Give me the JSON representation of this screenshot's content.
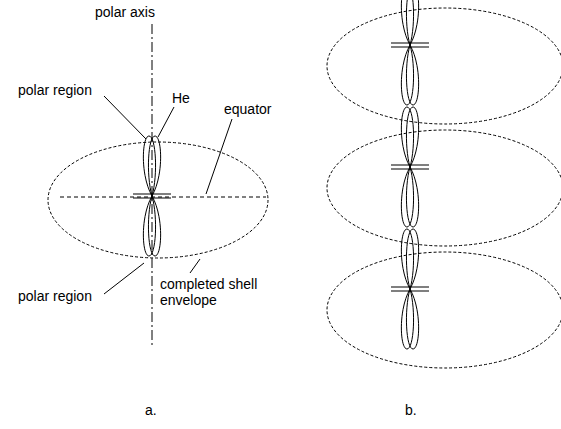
{
  "diagram": {
    "labels": [
      "polar axis",
      "polar region",
      "He",
      "equator",
      "polar region",
      "completed shell envelope",
      "a.",
      "b."
    ]
  }
}
